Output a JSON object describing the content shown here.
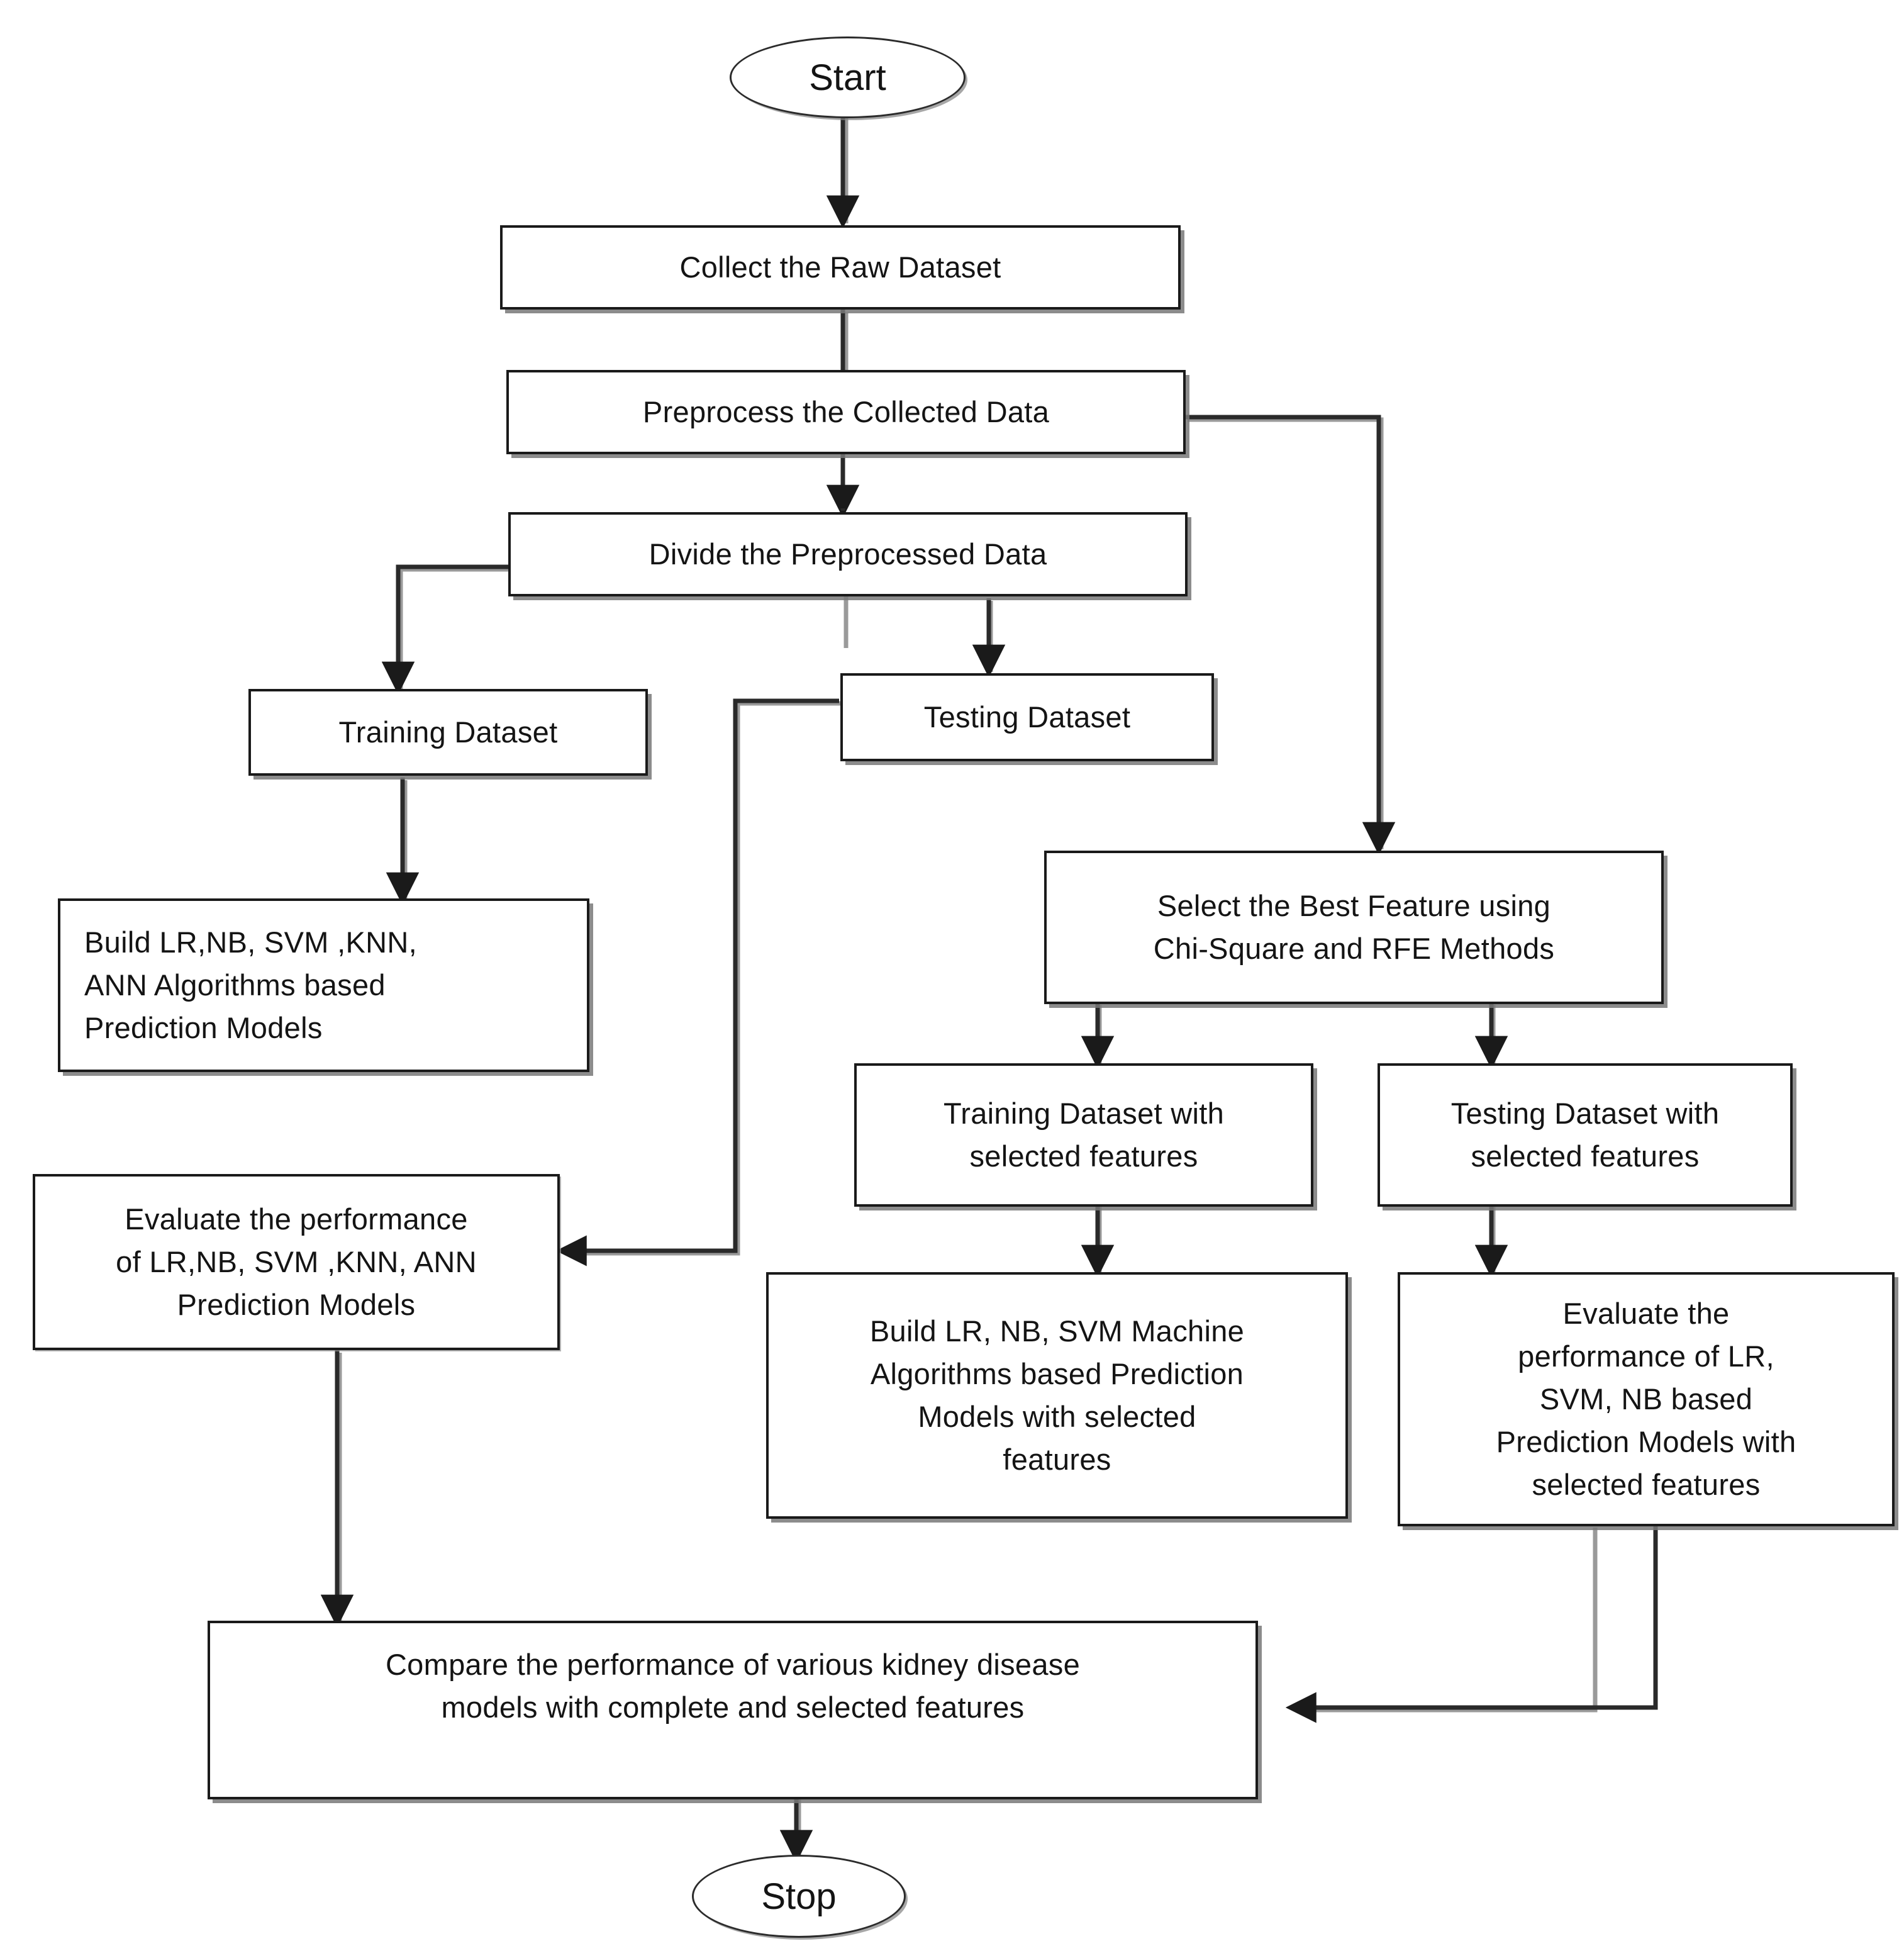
{
  "diagram": {
    "title": "Kidney disease prediction modelling workflow flowchart",
    "background_color": "#ffffff",
    "line_color": "#1a1a1a",
    "text_color": "#141414",
    "nodes": {
      "start": {
        "label": "Start",
        "shape": "oval"
      },
      "collect": {
        "label": "Collect the Raw Dataset",
        "shape": "rectangle"
      },
      "preprocess": {
        "label": "Preprocess the Collected Data",
        "shape": "rectangle"
      },
      "divide": {
        "label": "Divide the Preprocessed Data",
        "shape": "rectangle"
      },
      "training_dataset": {
        "label": "Training Dataset",
        "shape": "rectangle"
      },
      "testing_dataset": {
        "label": "Testing Dataset",
        "shape": "rectangle"
      },
      "build_models": {
        "label": "Build LR,NB, SVM ,KNN,\nANN  Algorithms based\nPrediction Models",
        "shape": "rectangle"
      },
      "evaluate_models": {
        "label": "Evaluate the performance\nof LR,NB, SVM ,KNN, ANN\nPrediction Models",
        "shape": "rectangle"
      },
      "select_features": {
        "label": "Select the Best Feature using\nChi-Square and RFE Methods",
        "shape": "rectangle"
      },
      "training_selected": {
        "label": "Training Dataset with\nselected features",
        "shape": "rectangle"
      },
      "testing_selected": {
        "label": "Testing Dataset with\nselected features",
        "shape": "rectangle"
      },
      "build_selected": {
        "label": "Build LR, NB, SVM Machine\nAlgorithms based Prediction\nModels with selected\nfeatures",
        "shape": "rectangle"
      },
      "evaluate_selected": {
        "label": "Evaluate the\nperformance of LR,\nSVM, NB based\nPrediction Models with\nselected features",
        "shape": "rectangle"
      },
      "compare": {
        "label": "Compare the performance of various kidney disease\nmodels with complete and selected features",
        "shape": "rectangle"
      },
      "stop": {
        "label": "Stop",
        "shape": "oval"
      }
    },
    "edges": [
      {
        "from": "start",
        "to": "collect",
        "type": "straight-down"
      },
      {
        "from": "collect",
        "to": "preprocess",
        "type": "straight-down"
      },
      {
        "from": "preprocess",
        "to": "divide",
        "type": "straight-down"
      },
      {
        "from": "preprocess",
        "to": "select_features",
        "type": "right-then-down"
      },
      {
        "from": "divide",
        "to": "training_dataset",
        "type": "left-then-down"
      },
      {
        "from": "divide",
        "to": "testing_dataset",
        "type": "straight-down"
      },
      {
        "from": "training_dataset",
        "to": "build_models",
        "type": "straight-down"
      },
      {
        "from": "build_models",
        "to": "evaluate_models",
        "type": "implied"
      },
      {
        "from": "testing_dataset",
        "to": "evaluate_models",
        "type": "left-down-left"
      },
      {
        "from": "select_features",
        "to": "training_selected",
        "type": "straight-down"
      },
      {
        "from": "select_features",
        "to": "testing_selected",
        "type": "straight-down"
      },
      {
        "from": "training_selected",
        "to": "build_selected",
        "type": "straight-down"
      },
      {
        "from": "testing_selected",
        "to": "evaluate_selected",
        "type": "straight-down"
      },
      {
        "from": "evaluate_models",
        "to": "compare",
        "type": "straight-down"
      },
      {
        "from": "evaluate_selected",
        "to": "compare",
        "type": "down-then-left"
      },
      {
        "from": "compare",
        "to": "stop",
        "type": "straight-down"
      }
    ]
  }
}
